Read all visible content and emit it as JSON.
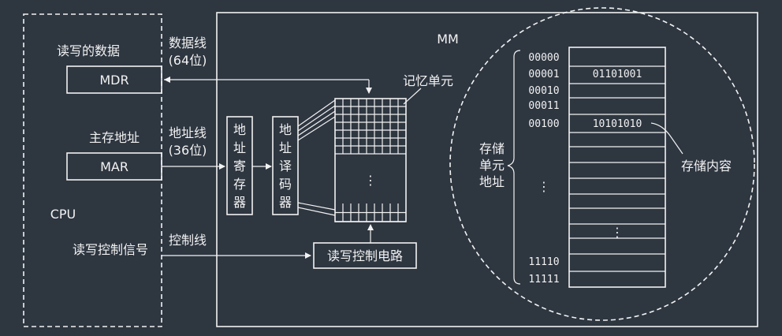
{
  "cpu": {
    "label": "CPU",
    "data_read_write_label": "读写的数据",
    "mdr_label": "MDR",
    "main_address_label": "主存地址",
    "mar_label": "MAR",
    "rw_control_signal_label": "读写控制信号"
  },
  "buses": {
    "data_bus_label": "数据线",
    "data_bus_width": "(64位)",
    "address_bus_label": "地址线",
    "address_bus_width": "(36位)",
    "control_bus_label": "控制线"
  },
  "mm": {
    "label": "MM",
    "address_register_chars": [
      "地",
      "址",
      "寄",
      "存",
      "器"
    ],
    "address_decoder_chars": [
      "地",
      "址",
      "译",
      "码",
      "器"
    ],
    "memory_cell_label": "记忆单元",
    "array_ellipsis": "⋮",
    "rw_control_circuit_label": "读写控制电路"
  },
  "zoom": {
    "address_list": [
      "00000",
      "00001",
      "00010",
      "00011",
      "00100"
    ],
    "address_ellipsis": "⋮",
    "address_tail": [
      "11110",
      "11111"
    ],
    "cell_address_label_lines": [
      "存储",
      "单元",
      "地址"
    ],
    "contents": [
      {
        "row": 1,
        "value": "01101001"
      },
      {
        "row": 4,
        "value": "10101010"
      }
    ],
    "content_ellipsis": "⋮",
    "storage_content_label": "存储内容"
  }
}
